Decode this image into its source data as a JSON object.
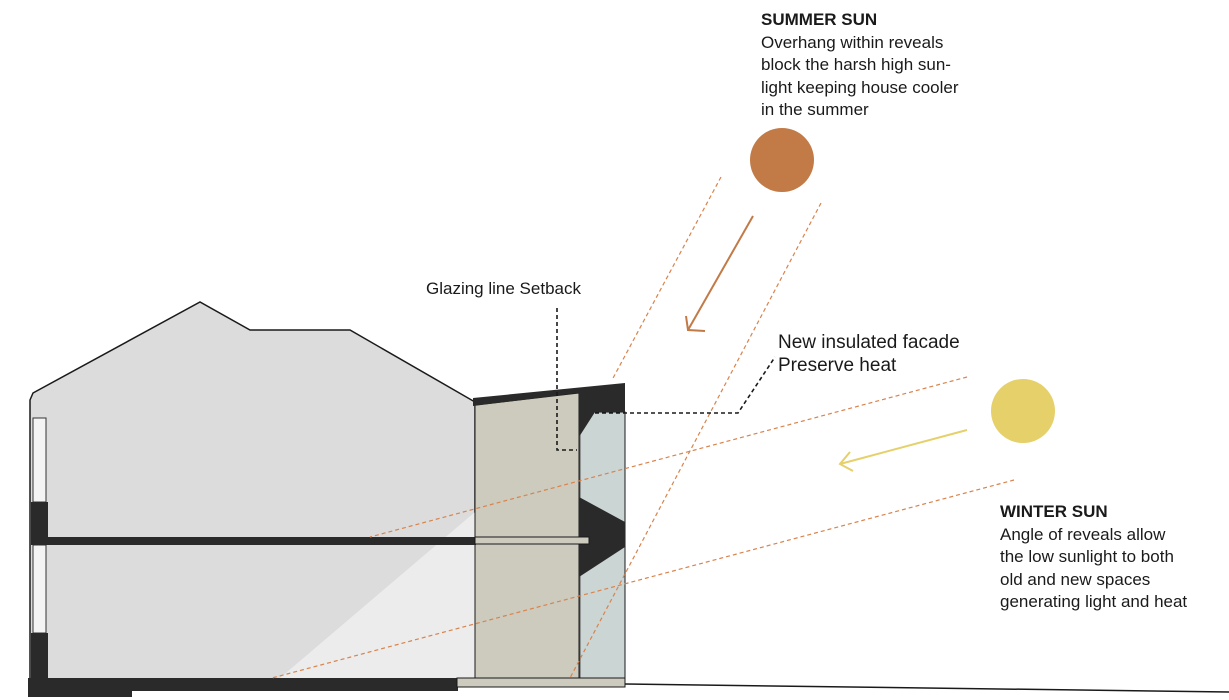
{
  "summer": {
    "title": "SUMMER SUN",
    "lines": [
      "Overhang within reveals",
      "block the harsh high sun-",
      "light  keeping house cooler",
      "in the summer"
    ]
  },
  "winter": {
    "title": "WINTER SUN",
    "lines": [
      "Angle of reveals allow",
      "the low sunlight to both",
      "old and new spaces",
      "generating light and heat"
    ]
  },
  "glazing_label": "Glazing line Setback",
  "facade": {
    "lines": [
      "New insulated facade",
      "Preserve heat"
    ]
  },
  "colors": {
    "summer_sun": "#c27a47",
    "winter_sun": "#e5d06a",
    "summer_ray": "#d9834d",
    "house_fill": "#dcdcdc",
    "extension_fill": "#cccbbd",
    "glazing_fill": "#cbd5d4",
    "structure": "#2a2a2a"
  }
}
